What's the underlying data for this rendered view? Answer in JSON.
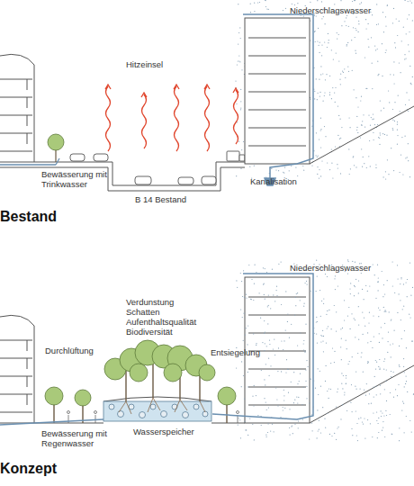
{
  "diagram": {
    "labels": [
      "Niederschlagswasser",
      "Hitzeinsel",
      "Bewässerung mit Trinkwasser",
      "B 14 Bestand",
      "Kanalisation",
      "Bestand",
      "Niederschlagswasser",
      "Verdunstung",
      "Schatten",
      "Aufenthaltsqualität",
      "Biodiversität",
      "Durchlüftung",
      "Entsiegelung",
      "Bewässerung mit Regenwasser",
      "Wasserspeicher",
      "Konzept"
    ]
  }
}
